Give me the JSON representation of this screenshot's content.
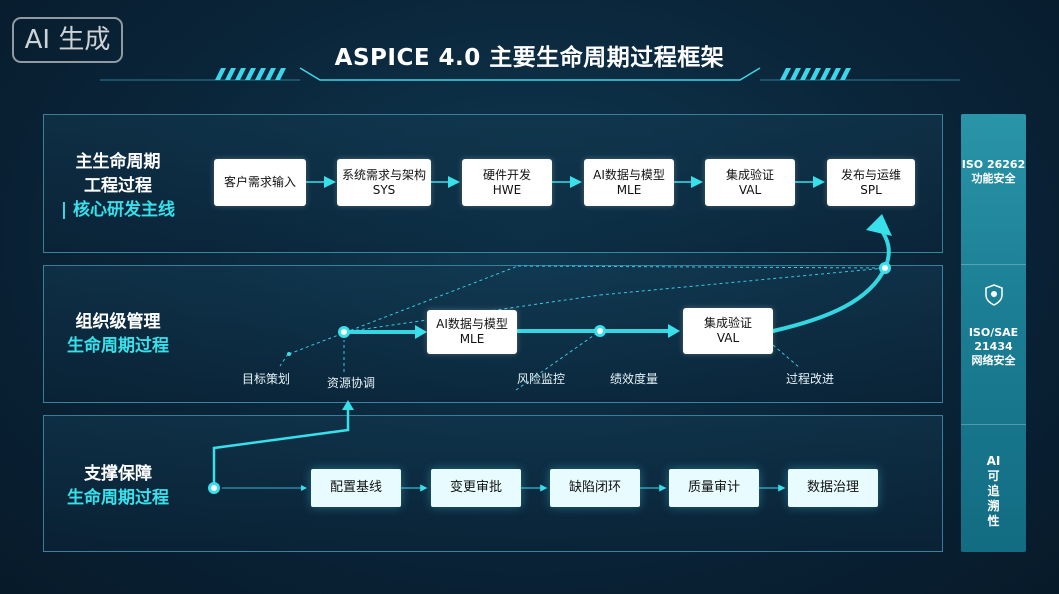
{
  "badge": "AI 生成",
  "title": "ASPICE 4.0 主要生命周期过程框架",
  "main": {
    "title_line1": "主生命周期",
    "title_line2": "工程过程",
    "subtitle": "| 核心研发主线",
    "boxes": [
      {
        "line1": "客户需求输入",
        "line2": ""
      },
      {
        "line1": "系统需求与架构",
        "line2": "SYS"
      },
      {
        "line1": "硬件开发",
        "line2": "HWE"
      },
      {
        "line1": "AI数据与模型",
        "line2": "MLE"
      },
      {
        "line1": "集成验证",
        "line2": "VAL"
      },
      {
        "line1": "发布与运维",
        "line2": "SPL"
      }
    ]
  },
  "org": {
    "title": "组织级管理",
    "subtitle": "生命周期过程",
    "boxes": [
      {
        "line1": "AI数据与模型",
        "line2": "MLE"
      },
      {
        "line1": "集成验证",
        "line2": "VAL"
      }
    ],
    "labels": [
      "目标策划",
      "资源协调",
      "风险监控",
      "绩效度量",
      "过程改进"
    ]
  },
  "support": {
    "title": "支撑保障",
    "subtitle": "生命周期过程",
    "boxes": [
      "配置基线",
      "变更审批",
      "缺陷闭环",
      "质量审计",
      "数据治理"
    ]
  },
  "rail": {
    "top_line1": "ISO 26262",
    "top_line2": "功能安全",
    "mid_icon": "shield-icon",
    "mid_line1": "ISO/SAE",
    "mid_line2": "21434",
    "mid_line3": "网络安全",
    "bottom_chars": [
      "AI",
      "可",
      "追",
      "溯",
      "性"
    ]
  },
  "colors": {
    "accent": "#37e0ea",
    "panel_border": "#5fc8e6",
    "rail": "#1b7e94"
  }
}
